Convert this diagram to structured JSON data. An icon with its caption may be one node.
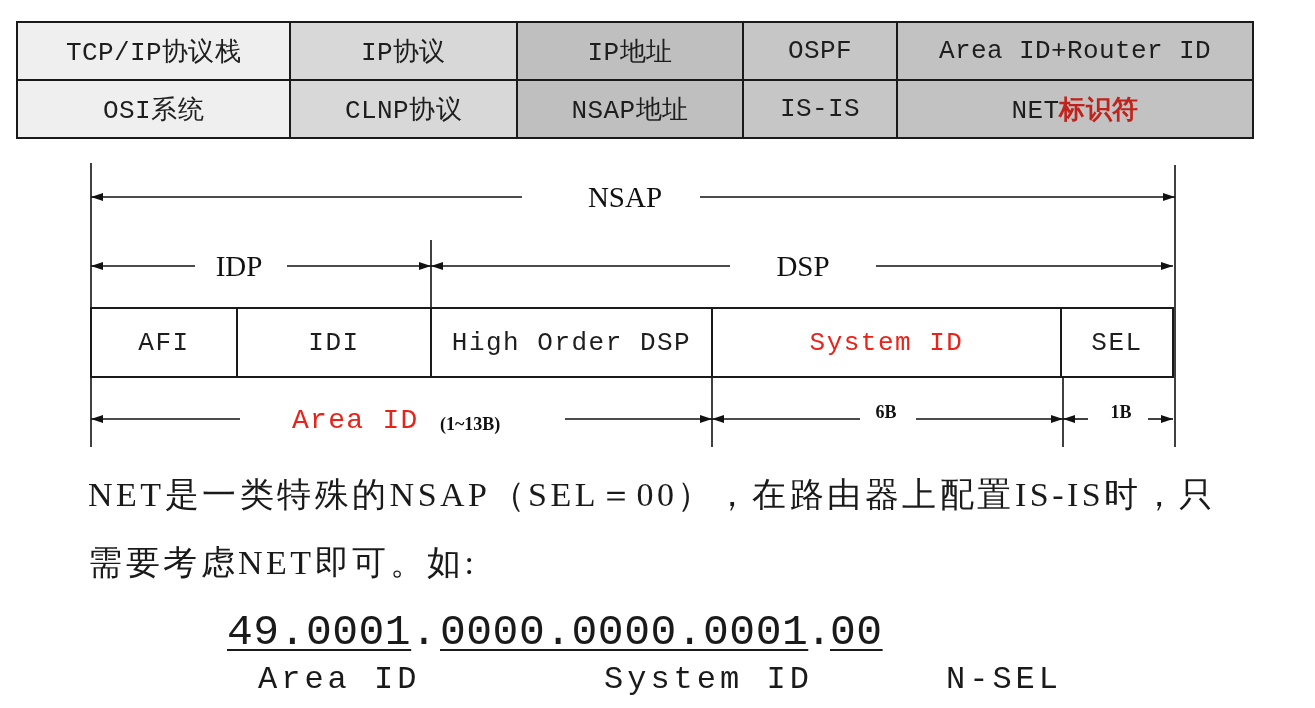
{
  "diagram": {
    "nodes": [
      {
        "text": [
          "TCP/IP协议栈"
        ]
      },
      {
        "text": [
          "IP协议"
        ]
      },
      {
        "text": [
          "IP地址"
        ]
      },
      {
        "text": [
          "OSPF"
        ]
      },
      {
        "text": [
          "Area ID+Router ID"
        ]
      },
      {
        "text": [
          "OSI系统"
        ]
      },
      {
        "text": [
          "CLNP协议"
        ]
      },
      {
        "text": [
          "NSAP地址"
        ]
      },
      {
        "text": [
          "IS-IS"
        ]
      },
      {
        "text": [
          "NET**标识符**"
        ]
      },
      {
        "text": [
          "AFI"
        ]
      },
      {
        "text": [
          "IDI"
        ]
      },
      {
        "text": [
          "High Order DSP"
        ]
      },
      {
        "text": [
          "System ID"
        ]
      },
      {
        "text": [
          "SEL"
        ]
      }
    ],
    "labels": [
      "NSAP",
      "IDP",
      "DSP",
      "Area ID",
      "(1~13B)",
      "6B",
      "1B",
      "NET是一类特殊的NSAP（SEL＝00），在路由器上配置IS-IS时，只需要考虑NET即可。如:",
      "49.0001",
      ".",
      "0000.0000.0001",
      ".",
      "00",
      "Area ID",
      "System ID",
      "N-SEL"
    ]
  }
}
